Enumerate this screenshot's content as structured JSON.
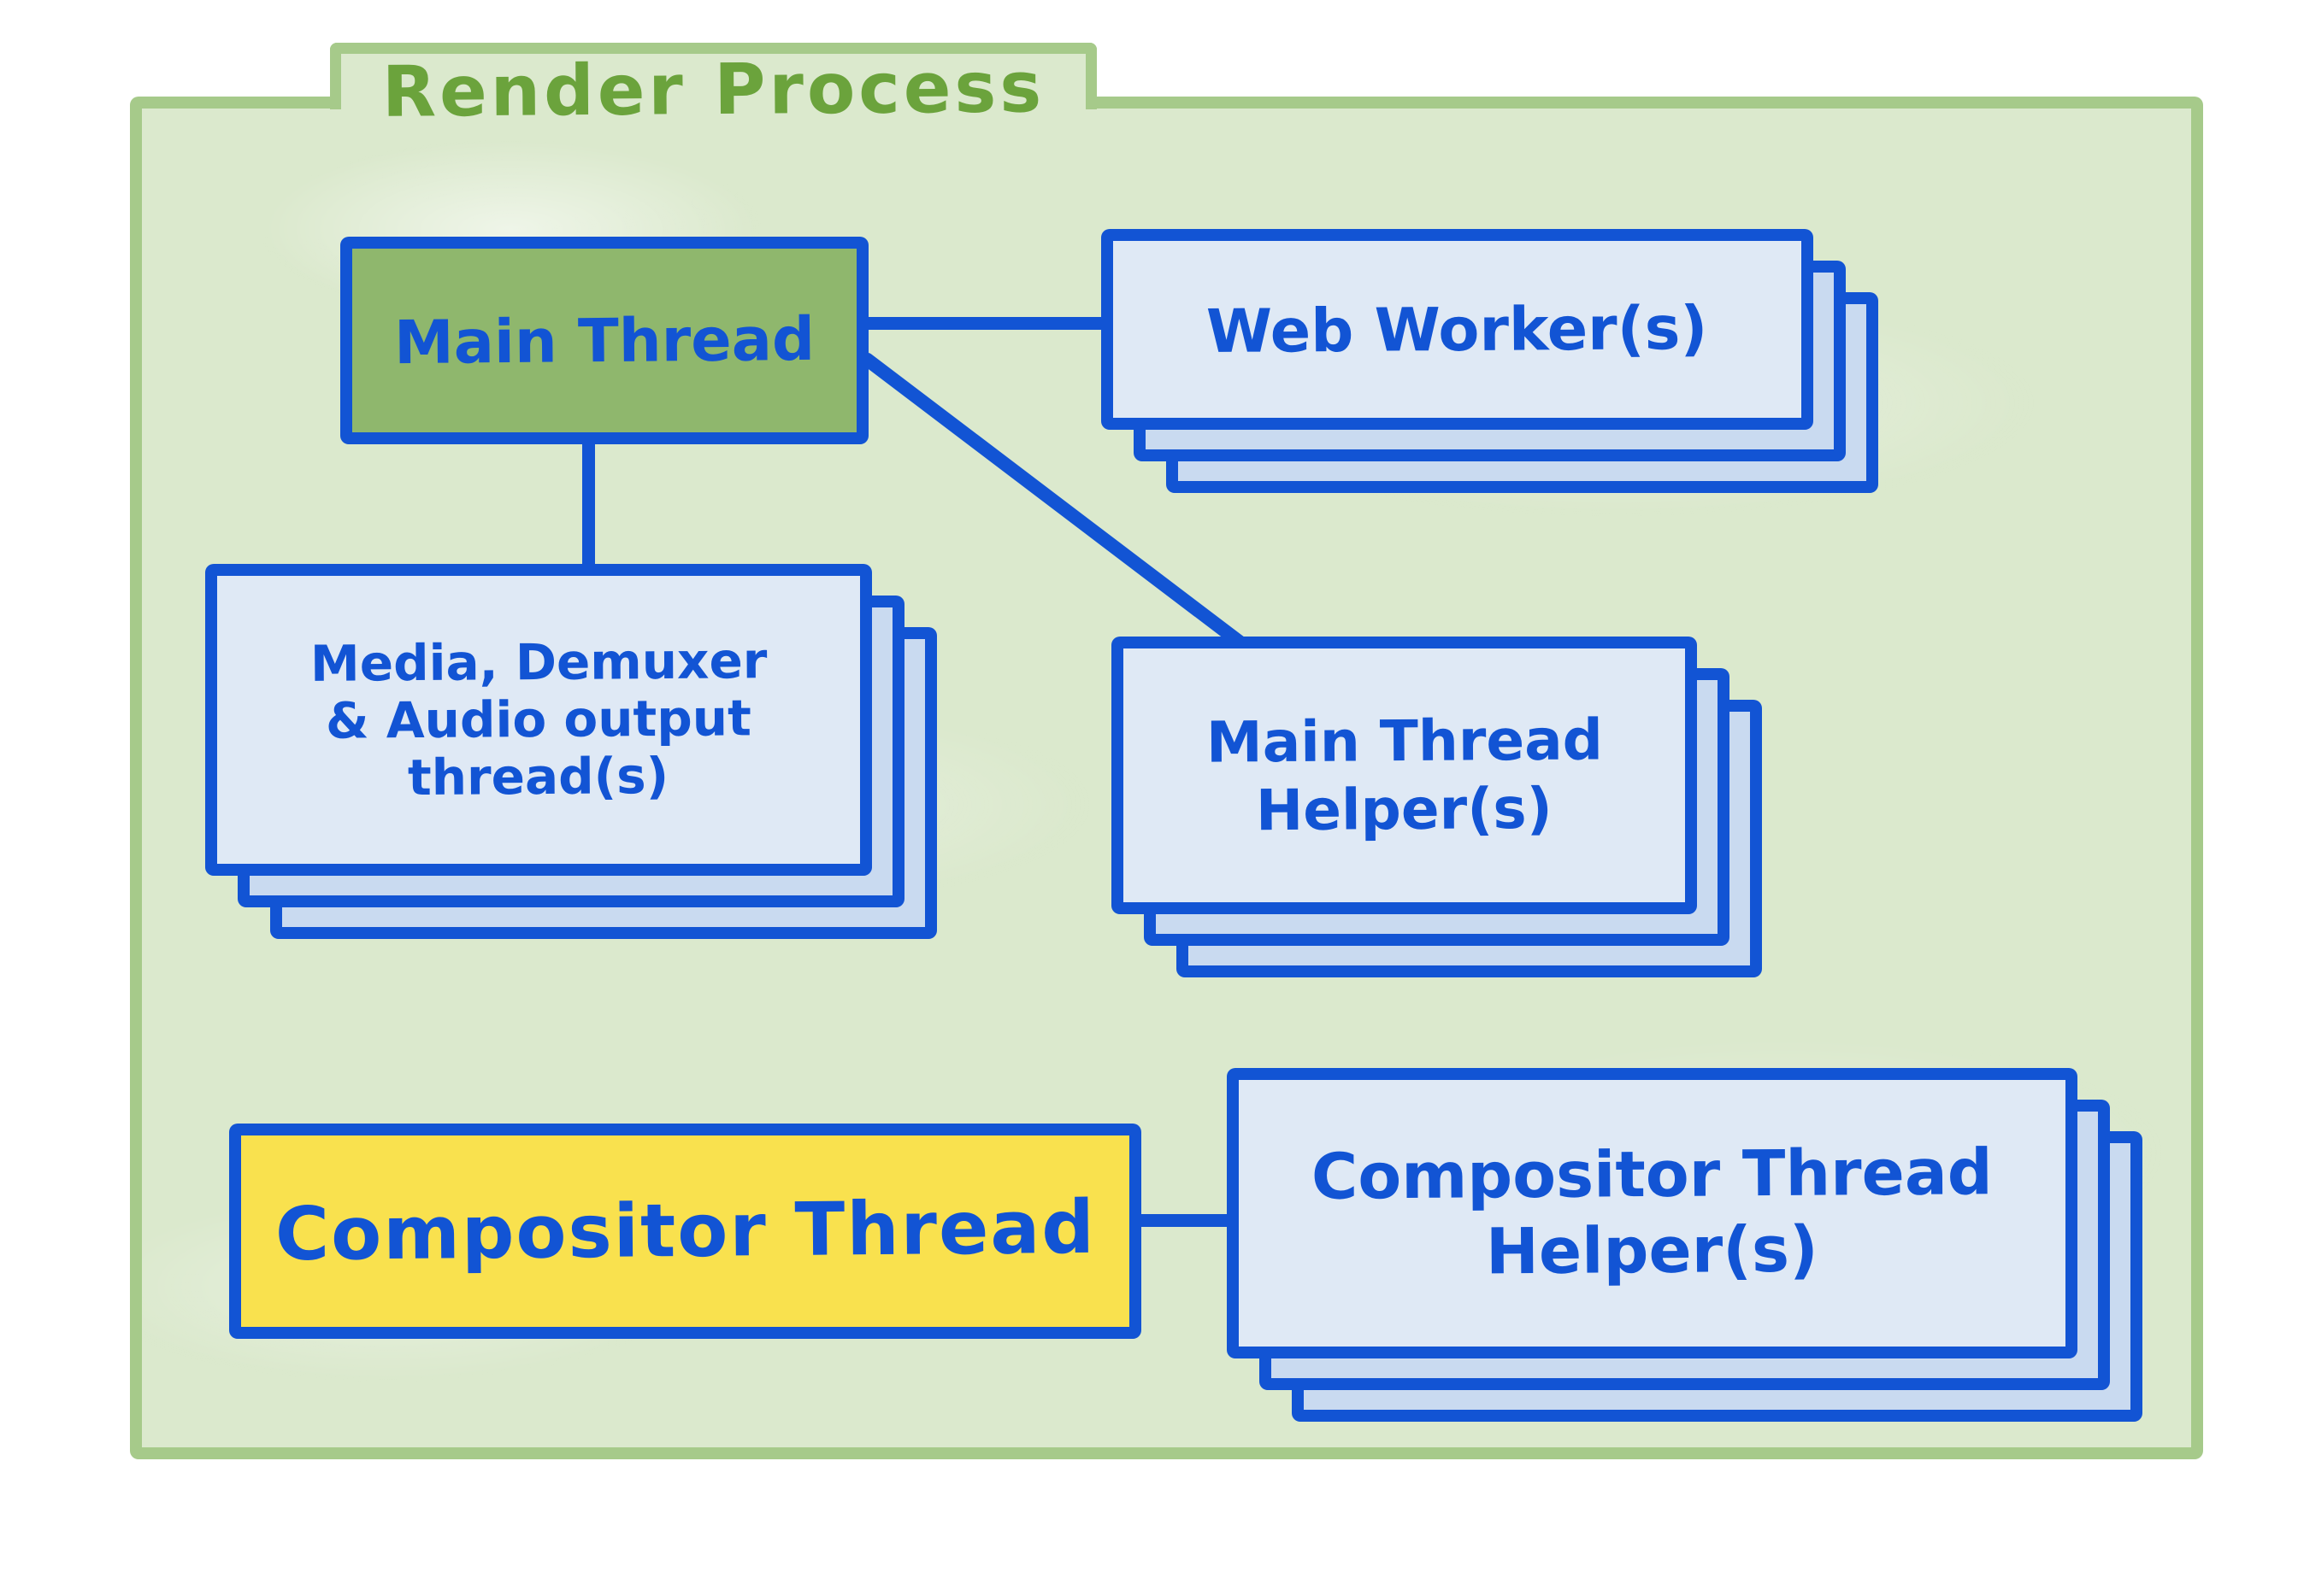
{
  "theme": {
    "background": "#ffffff",
    "folder_fill": "#dbe9cd",
    "folder_border": "#a6ca8a",
    "title_green": "#6ba33c",
    "line_blue": "#1254d4",
    "node_green_fill": "#8fb76d",
    "node_yellow_fill": "#f9e14e",
    "card_front_fill": "#dfe9f5",
    "card_back_fill": "#c9daf0"
  },
  "diagram": {
    "container_label": "Render Process",
    "nodes": {
      "main_thread": {
        "label": "Main Thread"
      },
      "web_workers": {
        "label": "Web Worker(s)"
      },
      "media_threads": {
        "line1": "Media, Demuxer",
        "line2": "& Audio output",
        "line3": "thread(s)"
      },
      "main_thread_helpers": {
        "line1": "Main Thread",
        "line2": "Helper(s)"
      },
      "compositor_thread": {
        "label": "Compositor Thread"
      },
      "compositor_thread_helpers": {
        "line1": "Compositor Thread",
        "line2": "Helper(s)"
      }
    },
    "edges": [
      {
        "from": "main_thread",
        "to": "web_workers"
      },
      {
        "from": "main_thread",
        "to": "media_threads"
      },
      {
        "from": "main_thread",
        "to": "main_thread_helpers"
      },
      {
        "from": "compositor_thread",
        "to": "compositor_thread_helpers"
      }
    ]
  }
}
